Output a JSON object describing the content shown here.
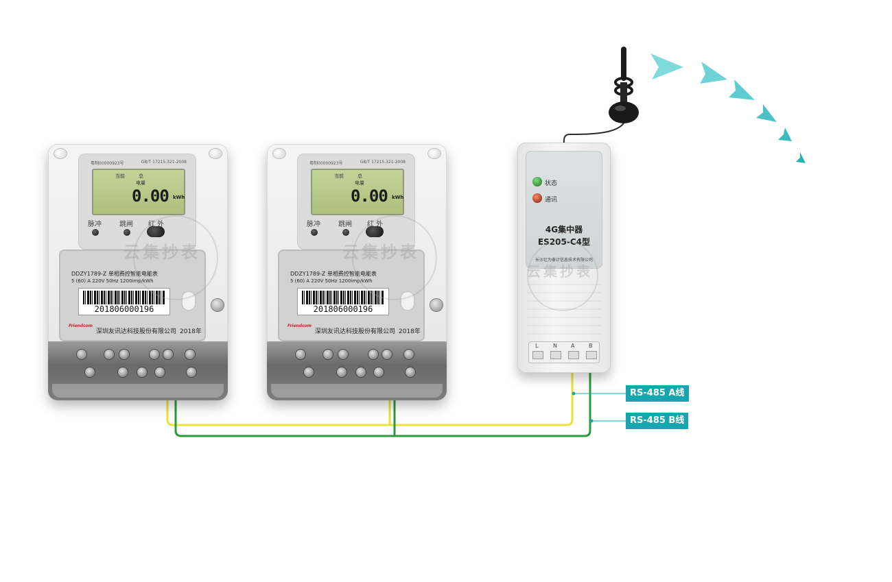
{
  "meter": {
    "cert_no": "粤制00000923号",
    "standard": "GB/T 17215.321-2008",
    "lcd_current": "当前",
    "lcd_total": "总",
    "lcd_energy": "电量",
    "lcd_value": "0.00",
    "lcd_unit": "kWh",
    "ind_pulse": "脉冲",
    "ind_trip": "跳闸",
    "ind_ir": "红 外",
    "model": "DDZY1789-Z  单相费控智能电能表",
    "spec": "5 (60) A 220V 50Hz 1200imp/kWh",
    "serial": "201806000196",
    "brand_mark": "Friendcom",
    "manufacturer": "深圳友讯达科技股份有限公司",
    "year": "2018年"
  },
  "watermark": {
    "text": "云集抄表"
  },
  "concentrator": {
    "status_label": "状态",
    "comm_label": "通讯",
    "title_line1": "4G集中器",
    "title_line2": "ES205-C4型",
    "company": "长沙壮为泰计信息技术有限公司",
    "terminals": [
      "L",
      "N",
      "A",
      "B"
    ]
  },
  "labels": {
    "rs485_a": "RS-485 A线",
    "rs485_b": "RS-485 B线"
  },
  "colors": {
    "wire_yellow": "#e8e23a",
    "wire_green": "#2c9a3c",
    "label_bg": "#17a6ad",
    "signal_arrow": "#5fd0d4"
  }
}
